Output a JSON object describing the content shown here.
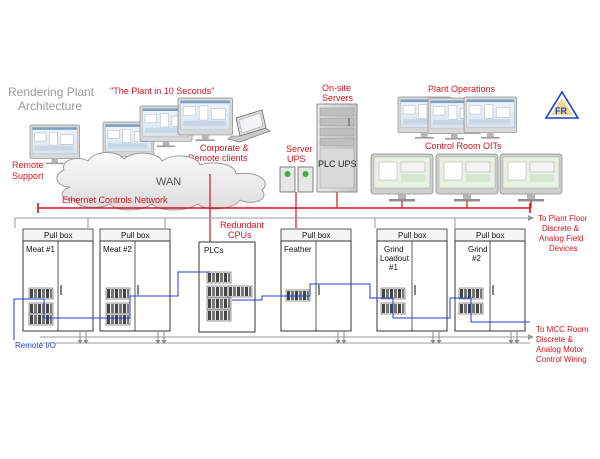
{
  "title_line1": "Rendering Plant",
  "title_line2": "Architecture",
  "plant10": "\"The Plant in 10 Seconds\"",
  "corporate_line1": "Corporate &",
  "corporate_line2": "Remote clients",
  "remote_support_line1": "Remote",
  "remote_support_line2": "Support",
  "wan": "WAN",
  "onsite_line1": "On-site",
  "onsite_line2": "Servers",
  "server_ups_line1": "Server",
  "server_ups_line2": "UPS",
  "plc_ups": "PLC UPS",
  "plant_operations": "Plant Operations",
  "control_room_oits": "Control Room OITs",
  "ethernet_network": "Ethernet Controls Network",
  "to_plant_floor_line1": "To Plant Floor",
  "to_plant_floor_line2": "Discrete &",
  "to_plant_floor_line3": "Analog Field",
  "to_plant_floor_line4": "Devices",
  "redundant_line1": "Redundant",
  "redundant_line2": "CPUs",
  "plcs": "PLCs",
  "pull_box": "Pull box",
  "cabinets": {
    "meat1": "Meat #1",
    "meat2": "Meat #2",
    "feather": "Feather",
    "grind_loadout_1": "Grind",
    "grind_loadout_2": "Loadout",
    "grind_loadout_3": "#1",
    "grind2_1": "Grind",
    "grind2_2": "#2"
  },
  "remote_io": "Remote I/O",
  "to_mcc_line1": "To MCC Room",
  "to_mcc_line2": "Discrete &",
  "to_mcc_line3": "Analog Motor",
  "to_mcc_line4": "Control Wiring",
  "logo": "FR",
  "colors": {
    "red": "#d6141c",
    "blue": "#1c3fd0",
    "gray_line": "#9a9a9a",
    "title_gray": "#9a9a9a"
  }
}
